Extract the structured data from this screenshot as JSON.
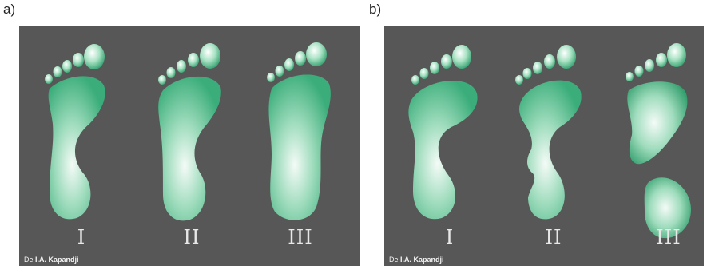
{
  "panel_a": {
    "letter": "a)",
    "labels": [
      "I",
      "II",
      "III"
    ],
    "credit_prefix": "De",
    "credit_author": "I.A. Kapandji"
  },
  "panel_b": {
    "letter": "b)",
    "labels": [
      "I",
      "II",
      "III"
    ],
    "credit_prefix": "De",
    "credit_author": "I.A. Kapandji"
  },
  "colors": {
    "panel_background": "#575757",
    "foot_light": "#f4fbf7",
    "foot_mid": "#9fdcbd",
    "foot_dark": "#34a874",
    "label_text": "#e8e8e8"
  }
}
